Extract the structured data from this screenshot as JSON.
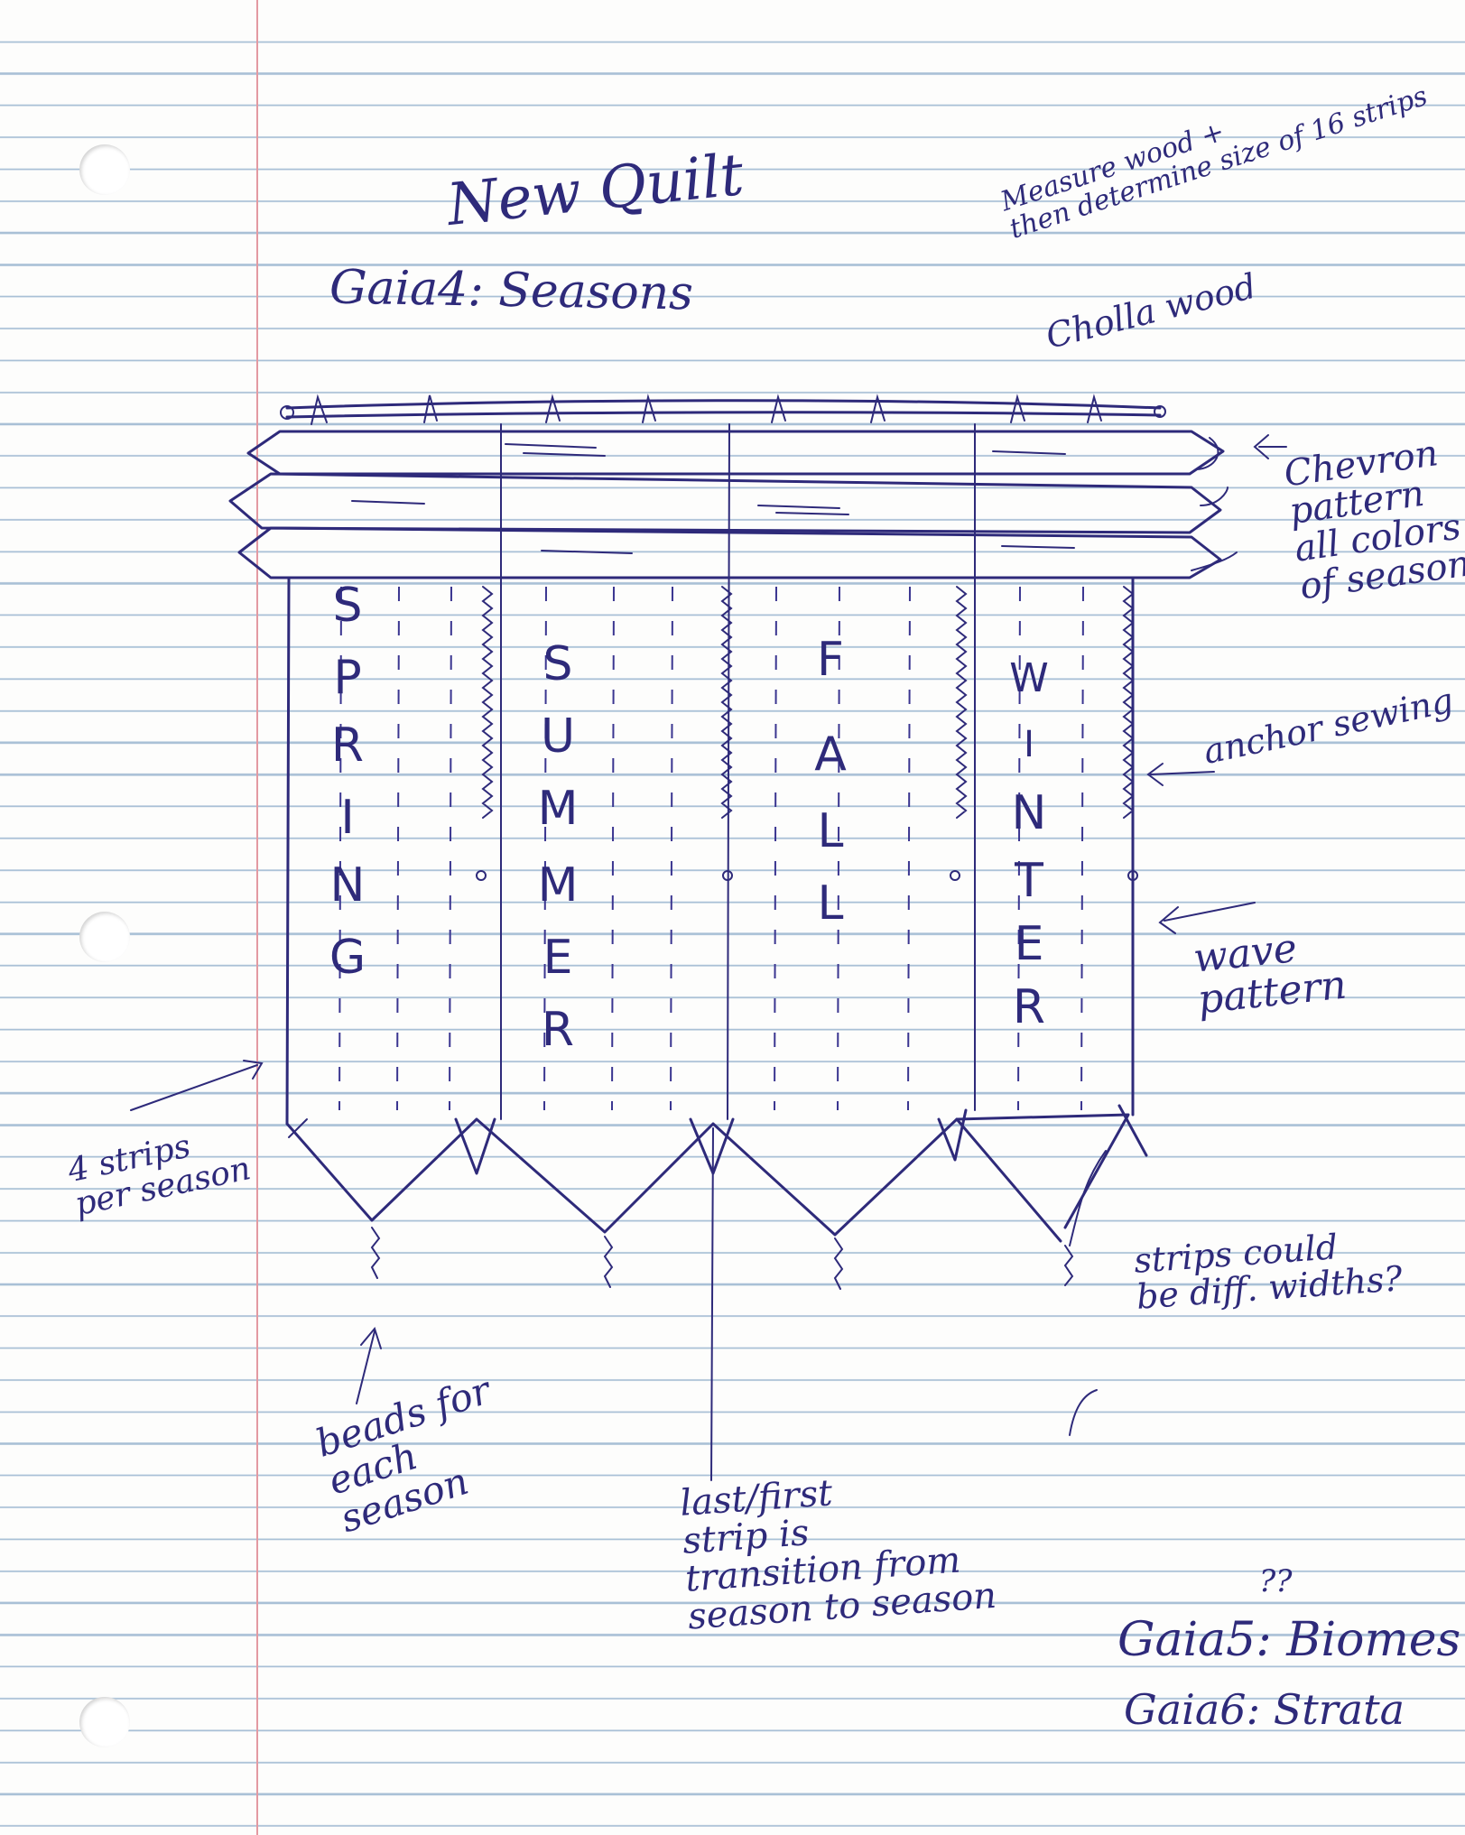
{
  "note": {
    "title": "New Quilt",
    "subtitle": "Gaia4: Seasons",
    "measure_note": "Measure wood +\nthen determine size of 16 strips",
    "wood_note": "Cholla wood",
    "chevron_note": "Chevron\npattern\nall colors\nof season",
    "anchor_note": "anchor sewing",
    "wave_note": "wave\npattern",
    "strips_note": "4 strips\nper season",
    "widths_note": "strips could\nbe diff. widths?",
    "beads_note": "beads for\neach\nseason",
    "transition_note": "last/first\nstrip is\ntransition from\nseason to season",
    "question_marks": "??",
    "gaia5": "Gaia5: Biomes",
    "gaia6": "Gaia6: Strata"
  },
  "seasons": [
    {
      "name": "SPRING",
      "letters": [
        "S",
        "P",
        "R",
        "I",
        "N",
        "G"
      ]
    },
    {
      "name": "SUMMER",
      "letters": [
        "S",
        "U",
        "M",
        "M",
        "E",
        "R"
      ]
    },
    {
      "name": "FALL",
      "letters": [
        "F",
        "A",
        "L",
        "L"
      ]
    },
    {
      "name": "WINTER",
      "letters": [
        "W",
        "I",
        "N",
        "T",
        "E",
        "R"
      ]
    }
  ]
}
